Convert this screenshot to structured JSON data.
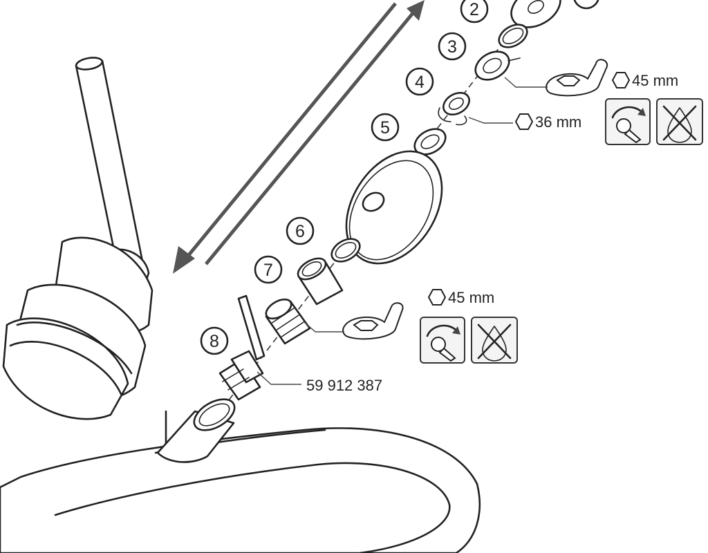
{
  "steps": [
    {
      "number": "2"
    },
    {
      "number": "3"
    },
    {
      "number": "4"
    },
    {
      "number": "5"
    },
    {
      "number": "6"
    },
    {
      "number": "7"
    },
    {
      "number": "8"
    }
  ],
  "labels": {
    "wrench_top": "45 mm",
    "nut_36": "36 mm",
    "wrench_bottom": "45 mm",
    "part_number": "59 912 387"
  },
  "icons": {
    "tighten": "wrench-rotate-icon",
    "no_grease": "no-grease-drop-icon"
  }
}
